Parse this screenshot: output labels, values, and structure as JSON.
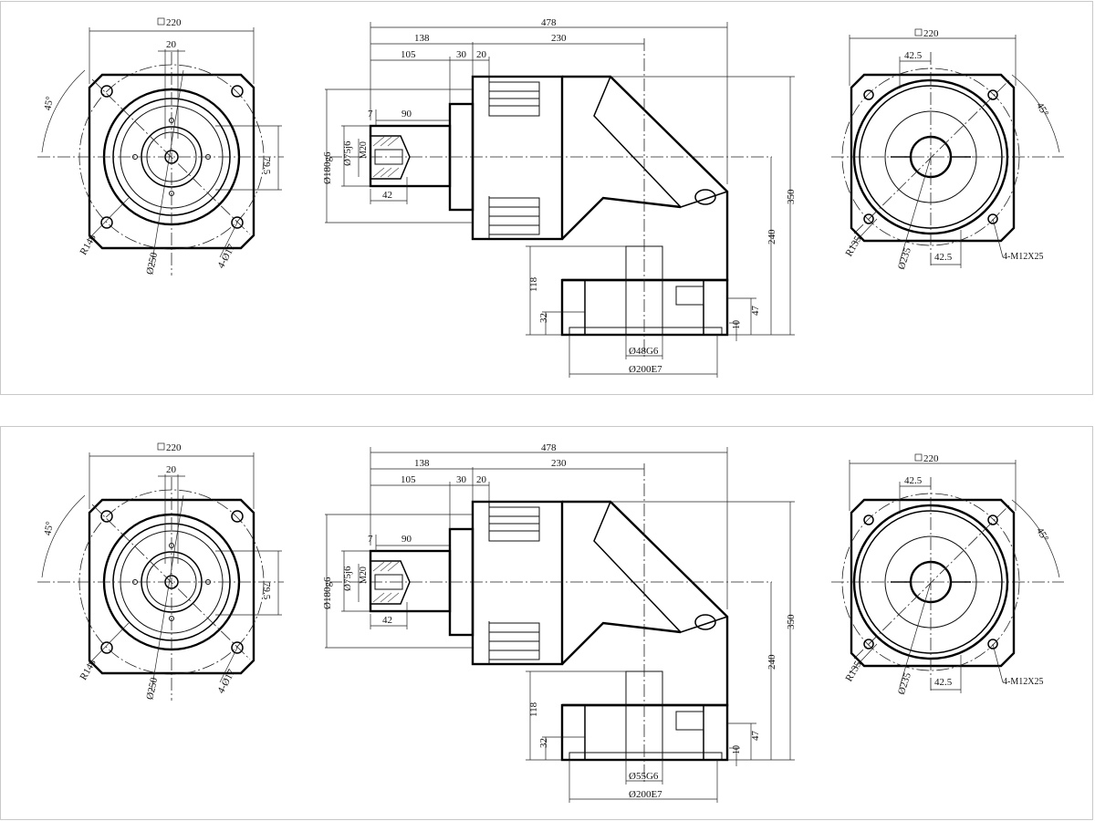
{
  "panels": [
    {
      "id": "top",
      "left_view": {
        "square": "220",
        "offset": "20",
        "angle": "45°",
        "hole_pitch": "79.5",
        "radius": "R146",
        "pcd": "Ø250",
        "holes": "4-Ø17"
      },
      "side_view": {
        "overall_length": "478",
        "flange_to_bend": "138",
        "bend_to_center": "230",
        "shaft_length": "105",
        "step_a": "30",
        "step_b": "20",
        "key_length": "90",
        "key_offset": "7",
        "flange_dia": "Ø180g6",
        "shaft_dia": "Ø75j6",
        "thread": "M20",
        "thread_depth": "42",
        "height_total": "350",
        "height_center": "240",
        "output_height": "118",
        "base_height": "32",
        "base_step": "10",
        "base_offset": "47",
        "output_bore": "Ø48G6",
        "output_pilot": "Ø200E7"
      },
      "right_view": {
        "square": "220",
        "offset_top": "42.5",
        "offset_bottom": "42.5",
        "angle": "45°",
        "radius": "R135",
        "pcd": "Ø235",
        "tapped": "4-M12X25"
      }
    },
    {
      "id": "bottom",
      "left_view": {
        "square": "220",
        "offset": "20",
        "angle": "45°",
        "hole_pitch": "79.5",
        "radius": "R146",
        "pcd": "Ø250",
        "holes": "4-Ø17"
      },
      "side_view": {
        "overall_length": "478",
        "flange_to_bend": "138",
        "bend_to_center": "230",
        "shaft_length": "105",
        "step_a": "30",
        "step_b": "20",
        "key_length": "90",
        "key_offset": "7",
        "flange_dia": "Ø180g6",
        "shaft_dia": "Ø75j6",
        "thread": "M20",
        "thread_depth": "42",
        "height_total": "350",
        "height_center": "240",
        "output_height": "118",
        "base_height": "32",
        "base_step": "10",
        "base_offset": "47",
        "output_bore": "Ø55G6",
        "output_pilot": "Ø200E7"
      },
      "right_view": {
        "square": "220",
        "offset_top": "42.5",
        "offset_bottom": "42.5",
        "angle": "45°",
        "radius": "R135",
        "pcd": "Ø235",
        "tapped": "4-M12X25"
      }
    }
  ]
}
